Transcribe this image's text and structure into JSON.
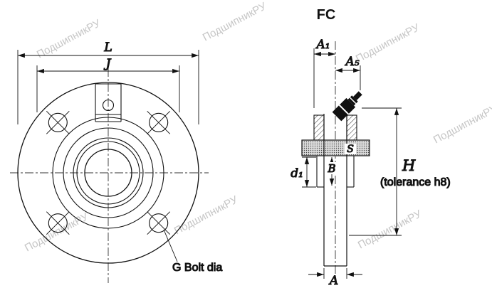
{
  "watermark": {
    "text": "ПодшипникРУ"
  },
  "side_view_title": "FC",
  "front_view": {
    "dim_L": "L",
    "dim_J": "J",
    "bolt_label": "G Bolt dia"
  },
  "side_view": {
    "dim_A1": "A₁",
    "dim_A5": "A₅",
    "dim_d1": "d₁",
    "dim_B": "B",
    "dim_S": "S",
    "dim_H": "H",
    "dim_H_note": "(tolerance h8)",
    "dim_A": "A"
  }
}
